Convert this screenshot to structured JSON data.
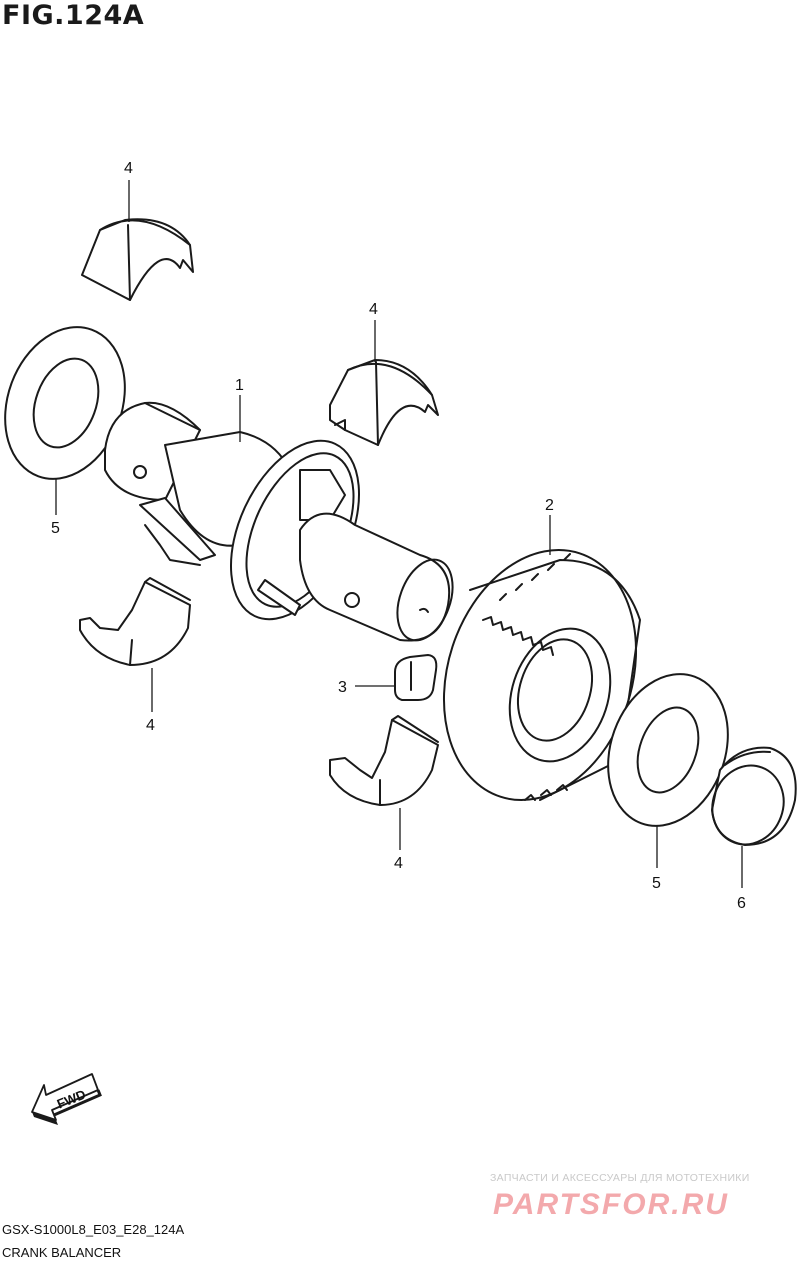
{
  "figure": {
    "title": "FIG.124A",
    "code": "GSX-S1000L8_E03_E28_124A",
    "name": "CRANK BALANCER"
  },
  "callouts": {
    "c1": "1",
    "c2": "2",
    "c3": "3",
    "c4a": "4",
    "c4b": "4",
    "c4c": "4",
    "c4d": "4",
    "c5a": "5",
    "c5b": "5",
    "c6": "6"
  },
  "fwd": {
    "label": "FWD"
  },
  "watermark": {
    "tagline": "ЗАПЧАСТИ И АКСЕССУАРЫ ДЛЯ МОТОТЕХНИКИ",
    "logo": "PARTSFOR.RU"
  }
}
